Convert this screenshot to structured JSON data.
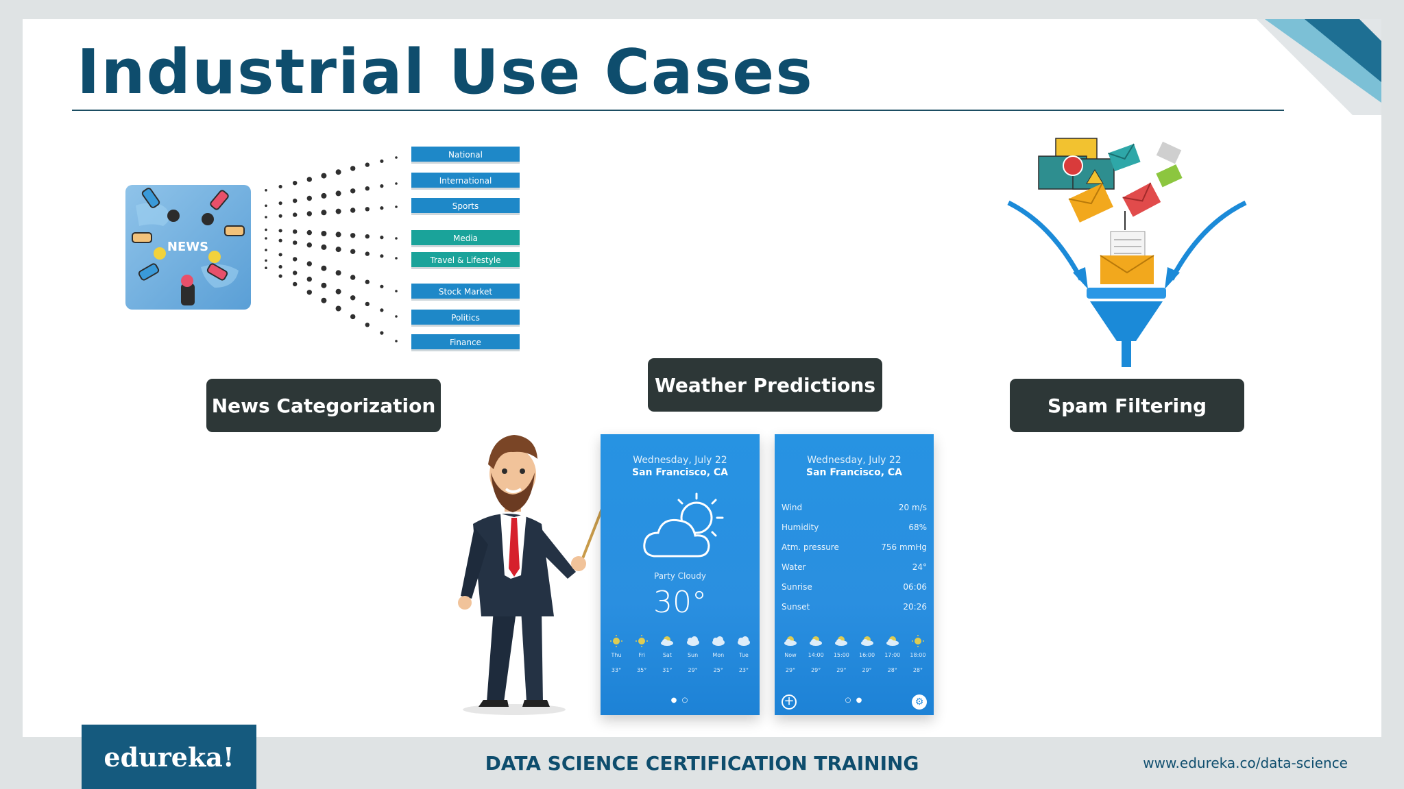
{
  "slide": {
    "title": "Industrial Use Cases"
  },
  "news": {
    "image_label": "NEWS",
    "categories": [
      {
        "label": "National",
        "color": "blue"
      },
      {
        "label": "International",
        "color": "blue"
      },
      {
        "label": "Sports",
        "color": "blue"
      },
      {
        "label": "Media",
        "color": "teal"
      },
      {
        "label": "Travel & Lifestyle",
        "color": "teal"
      },
      {
        "label": "Stock Market",
        "color": "blue"
      },
      {
        "label": "Politics",
        "color": "blue"
      },
      {
        "label": "Finance",
        "color": "blue"
      }
    ],
    "caption": "News Categorization"
  },
  "weather": {
    "caption": "Weather Predictions",
    "phone_left": {
      "date": "Wednesday, July 22",
      "city": "San Francisco, CA",
      "condition": "Party Cloudy",
      "temperature": "30°",
      "days": [
        "Thu",
        "Fri",
        "Sat",
        "Sun",
        "Mon",
        "Tue"
      ],
      "temps": [
        "33°",
        "35°",
        "31°",
        "29°",
        "25°",
        "23°"
      ]
    },
    "phone_right": {
      "date": "Wednesday, July 22",
      "city": "San Francisco, CA",
      "rows": [
        {
          "label": "Wind",
          "value": "20 m/s"
        },
        {
          "label": "Humidity",
          "value": "68%"
        },
        {
          "label": "Atm. pressure",
          "value": "756 mmHg"
        },
        {
          "label": "Water",
          "value": "24°"
        },
        {
          "label": "Sunrise",
          "value": "06:06"
        },
        {
          "label": "Sunset",
          "value": "20:26"
        }
      ],
      "hours": [
        "Now",
        "14:00",
        "15:00",
        "16:00",
        "17:00",
        "18:00"
      ],
      "temps": [
        "29°",
        "29°",
        "29°",
        "29°",
        "28°",
        "28°"
      ]
    }
  },
  "spam": {
    "caption": "Spam Filtering"
  },
  "footer": {
    "brand": "edureka!",
    "course": "DATA SCIENCE CERTIFICATION TRAINING",
    "url": "www.edureka.co/data-science"
  },
  "colors": {
    "title": "#0e4d6d",
    "category_blue": "#1e88c8",
    "category_teal": "#1aa39a",
    "pill": "#2d3737",
    "funnel": "#1b8ad8",
    "phone": "#2a8fe0"
  }
}
